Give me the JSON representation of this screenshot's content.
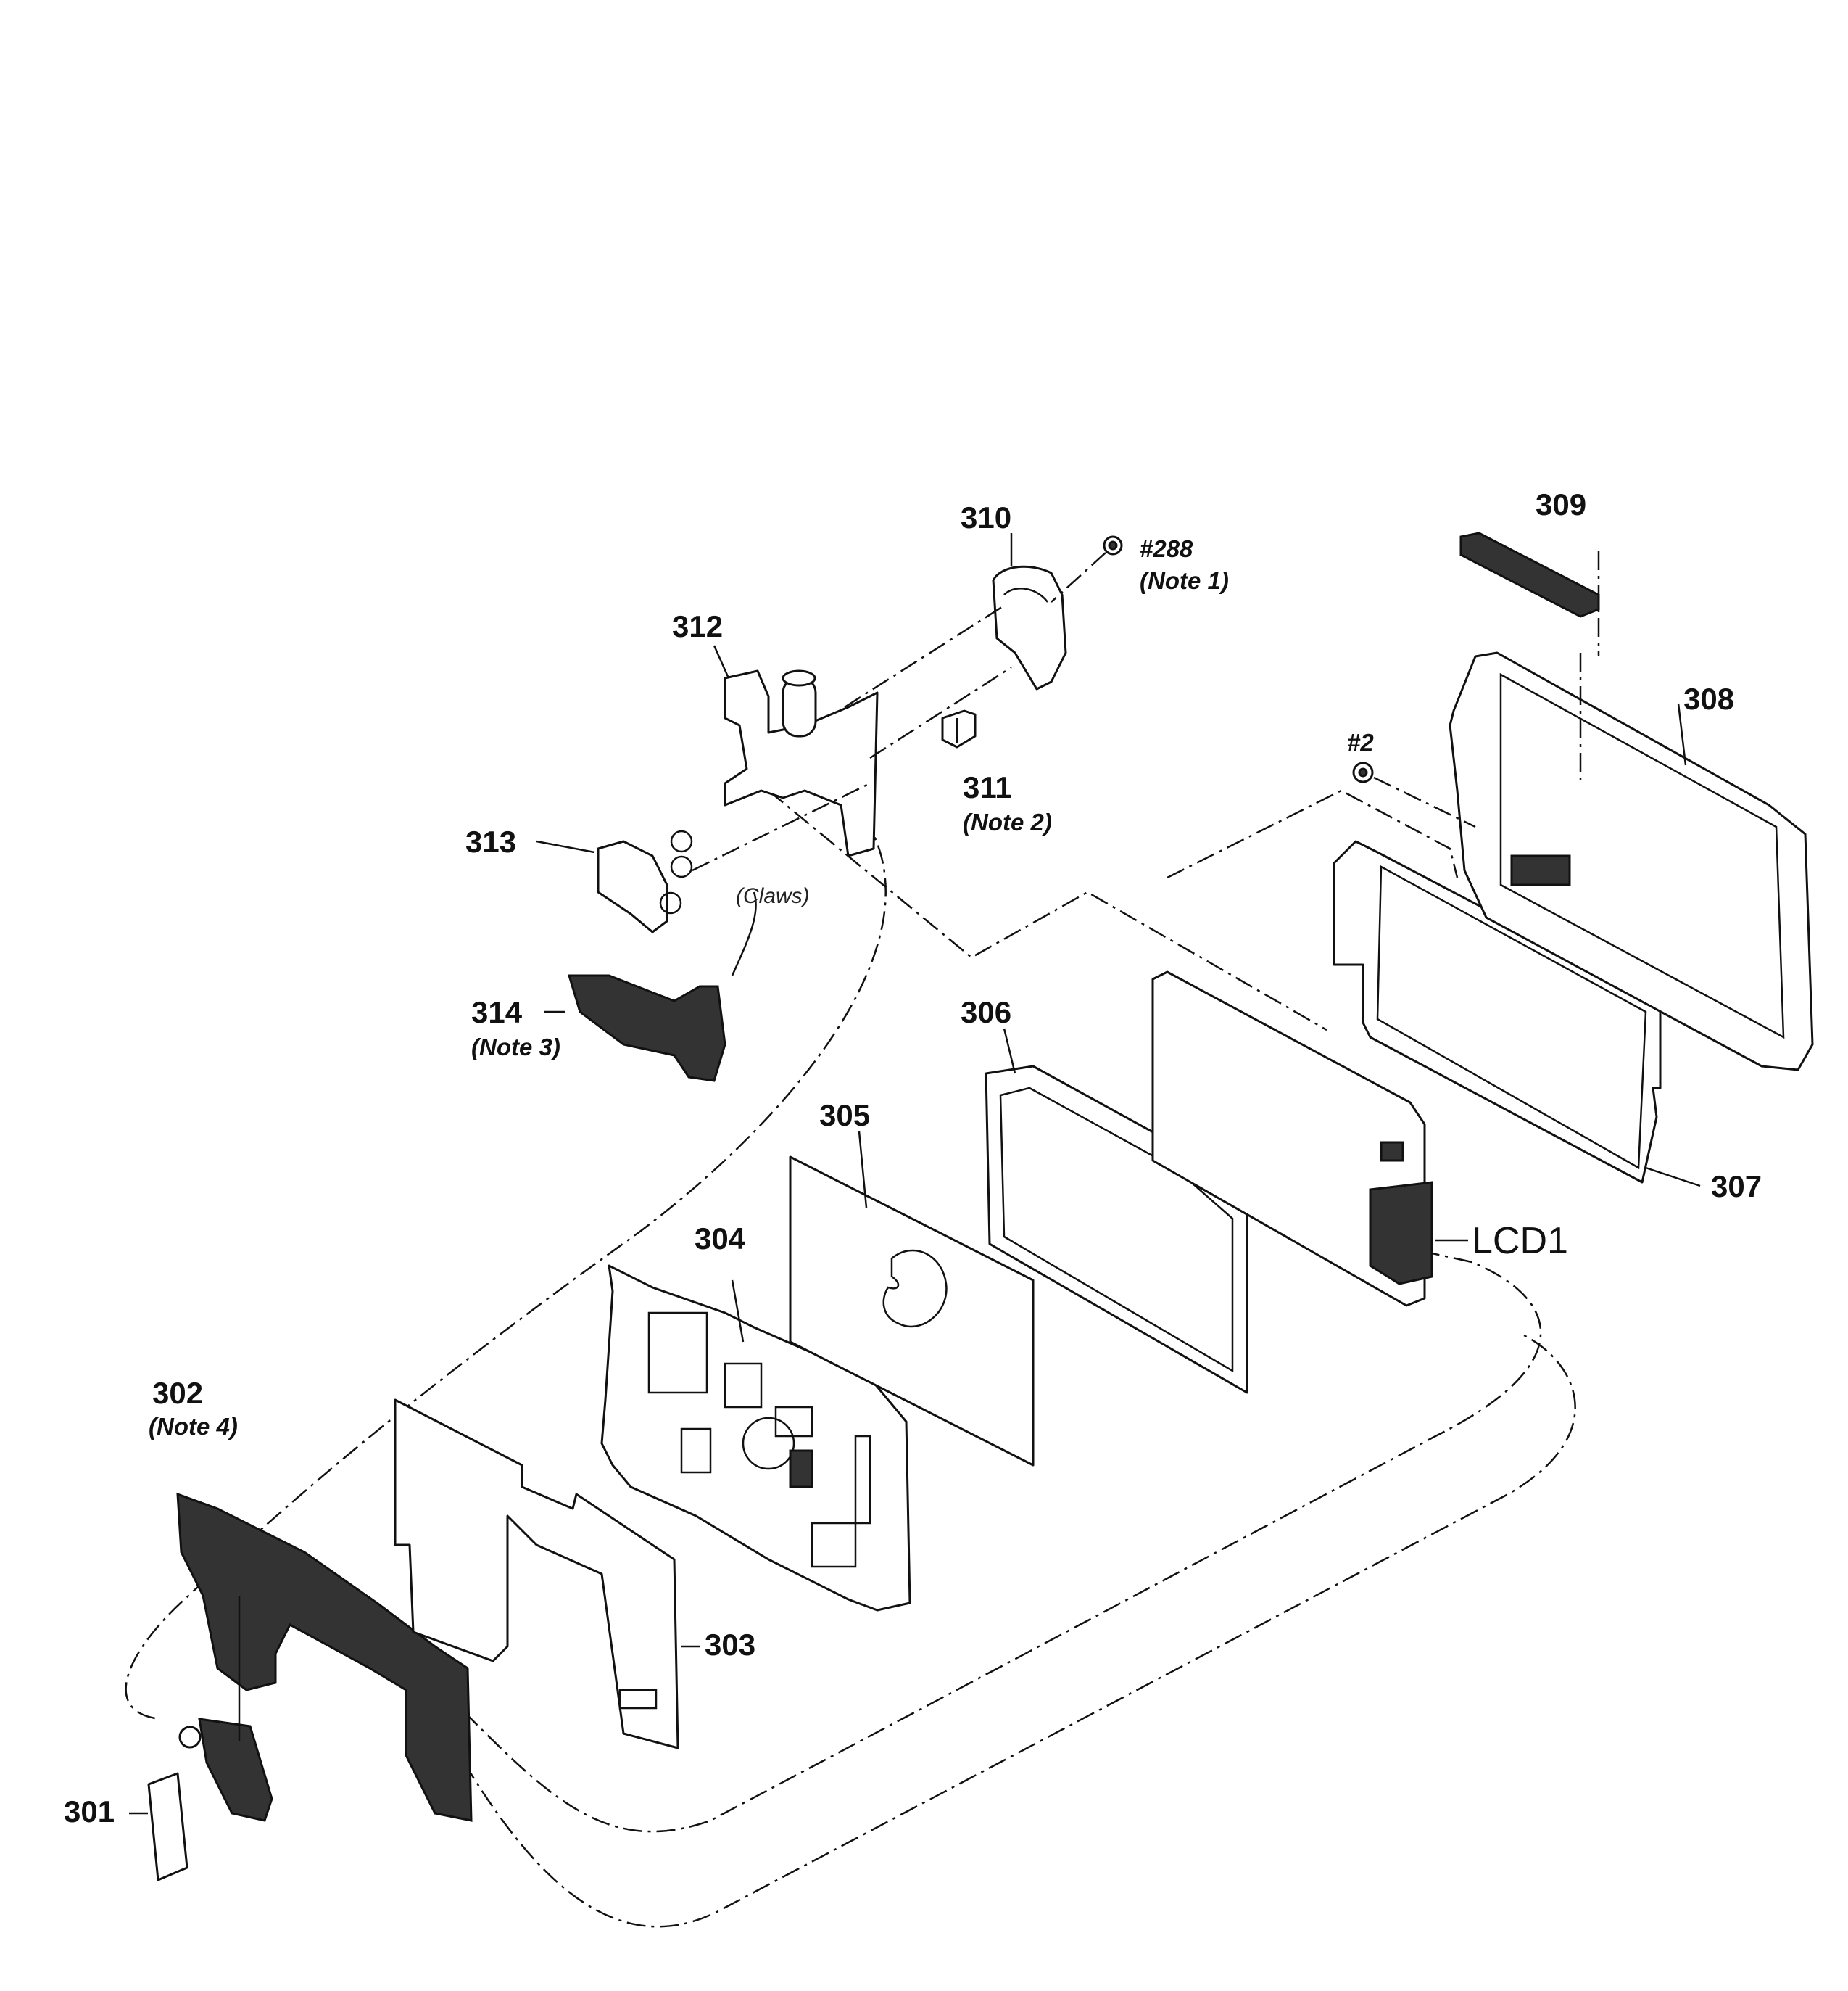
{
  "labels": {
    "p301": "301",
    "p302": "302",
    "note4": "(Note 4)",
    "p303": "303",
    "p304": "304",
    "p305": "305",
    "p306": "306",
    "p307": "307",
    "p308": "308",
    "p309": "309",
    "p310": "310",
    "p311": "311",
    "note2": "(Note 2)",
    "p312": "312",
    "p313": "313",
    "p314": "314",
    "note3": "(Note 3)",
    "screw288": "#288",
    "note1": "(Note 1)",
    "screw2": "#2",
    "claws": "(Claws)",
    "lcd1": "LCD1"
  }
}
